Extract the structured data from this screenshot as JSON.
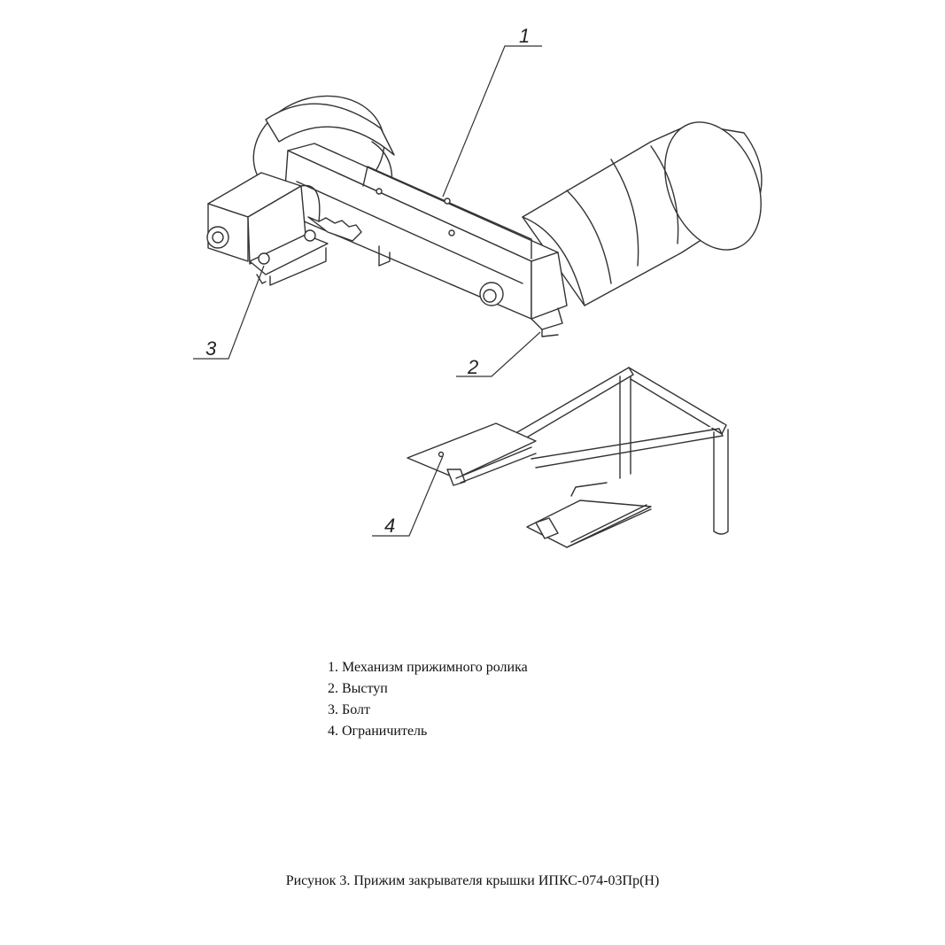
{
  "callouts": [
    "1",
    "2",
    "3",
    "4"
  ],
  "legend": {
    "items": [
      "1. Механизм прижимного ролика",
      "2. Выступ",
      "3. Болт",
      "4. Ограничитель"
    ]
  },
  "caption": "Рисунок 3. Прижим закрывателя крышки ИПКС-074-03Пр(Н)"
}
